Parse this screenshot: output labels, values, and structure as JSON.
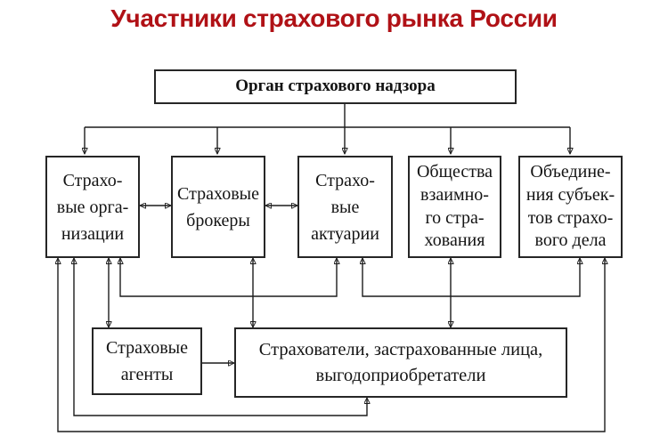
{
  "title": "Участники страхового рынка России",
  "colors": {
    "title_red": "#b01116",
    "line": "#1c1c1c",
    "box_border": "#262626",
    "background": "#ffffff"
  },
  "boxes": {
    "supervisor": "Орган страхового надзора",
    "insurers": "Страхо-\nвые орга-\nнизации",
    "brokers": "Страховые\nброкеры",
    "actuaries": "Страхо-\nвые\nактуарии",
    "mutual": "Общества\nвзаимно-\nго стра-\nхования",
    "associations": "Объедине-\nния субъек-\nтов страхо-\nвого дела",
    "agents": "Страховые\nагенты",
    "policyholders": "Страхователи, застрахованные лица,\nвыгодоприобретатели"
  }
}
